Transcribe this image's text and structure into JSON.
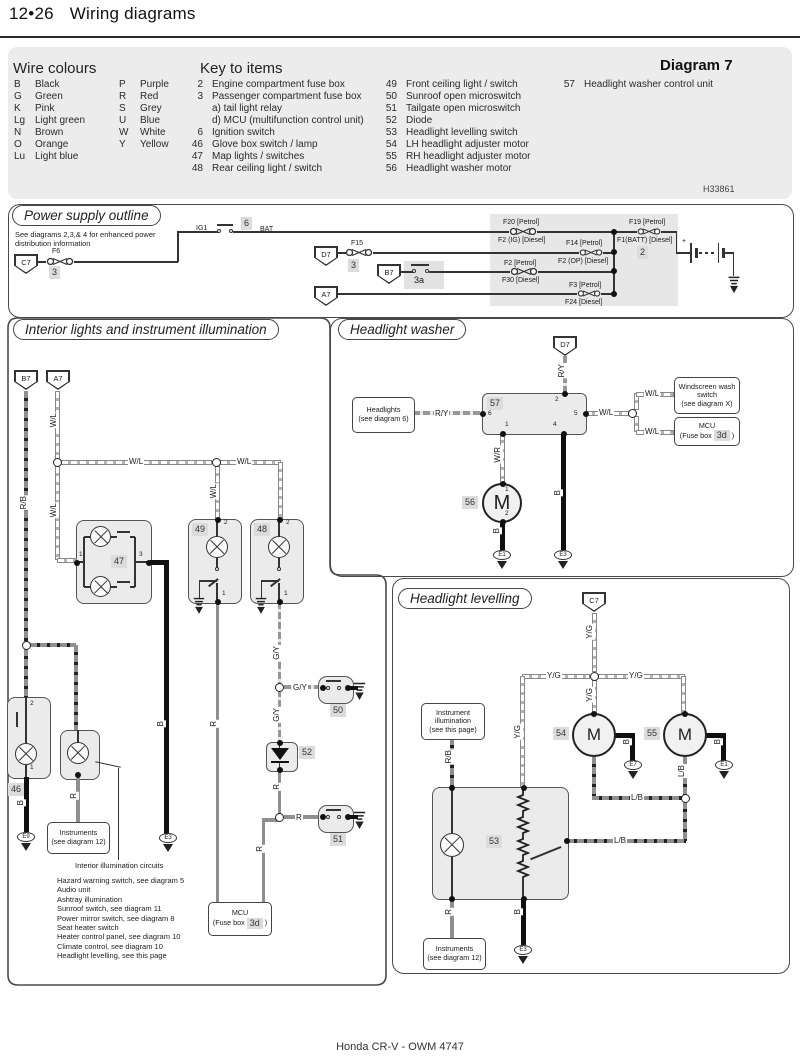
{
  "header": {
    "page_ref": "12•26",
    "title": "Wiring diagrams"
  },
  "footer": {
    "text": "Honda CR-V - OWM 4747"
  },
  "key": {
    "diagram_no": "Diagram 7",
    "ref_code": "H33861",
    "wire_colours_title": "Wire colours",
    "key_items_title": "Key to items",
    "colours_col1": [
      {
        "c": "B",
        "n": "Black"
      },
      {
        "c": "G",
        "n": "Green"
      },
      {
        "c": "K",
        "n": "Pink"
      },
      {
        "c": "Lg",
        "n": "Light green"
      },
      {
        "c": "N",
        "n": "Brown"
      },
      {
        "c": "O",
        "n": "Orange"
      },
      {
        "c": "Lu",
        "n": "Light blue"
      }
    ],
    "colours_col2": [
      {
        "c": "P",
        "n": "Purple"
      },
      {
        "c": "R",
        "n": "Red"
      },
      {
        "c": "S",
        "n": "Grey"
      },
      {
        "c": "U",
        "n": "Blue"
      },
      {
        "c": "W",
        "n": "White"
      },
      {
        "c": "Y",
        "n": "Yellow"
      }
    ],
    "items_col1": [
      {
        "n": "2",
        "t": "Engine compartment fuse box"
      },
      {
        "n": "3",
        "t": "Passenger compartment fuse box"
      },
      {
        "n": "",
        "t": "a)  tail light relay"
      },
      {
        "n": "",
        "t": "d)  MCU (multifunction control unit)"
      },
      {
        "n": "6",
        "t": "Ignition switch"
      },
      {
        "n": "46",
        "t": "Glove box switch / lamp"
      },
      {
        "n": "47",
        "t": "Map lights / switches"
      },
      {
        "n": "48",
        "t": "Rear ceiling light / switch"
      }
    ],
    "items_col2": [
      {
        "n": "49",
        "t": "Front ceiling light / switch"
      },
      {
        "n": "50",
        "t": "Sunroof open microswitch"
      },
      {
        "n": "51",
        "t": "Tailgate open microswitch"
      },
      {
        "n": "52",
        "t": "Diode"
      },
      {
        "n": "53",
        "t": "Headlight levelling switch"
      },
      {
        "n": "54",
        "t": "LH headlight adjuster motor"
      },
      {
        "n": "55",
        "t": "RH headlight adjuster motor"
      },
      {
        "n": "56",
        "t": "Headlight washer motor"
      }
    ],
    "items_col3": [
      {
        "n": "57",
        "t": "Headlight washer control unit"
      }
    ]
  },
  "sections": {
    "power": "Power supply outline",
    "interior": "Interior lights and instrument illumination",
    "washer": "Headlight washer",
    "levelling": "Headlight levelling"
  },
  "power": {
    "note": "See diagrams 2,3,& 4 for enhanced power distribution information",
    "ig1": "IG1",
    "bat": "BAT",
    "plus": "+",
    "f6": "F6",
    "f15": "F15",
    "f20p": "F20 [Petrol]",
    "f2ig": "F2 (IG) [Diesel]",
    "f14p": "F14 [Petrol]",
    "f2op": "F2 (OP) [Diesel]",
    "f2p": "F2 [Petrol]",
    "f30d": "F30 [Diesel]",
    "f3p": "F3 [Petrol]",
    "f24d": "F24 [Diesel]",
    "f19p": "F19 [Petrol]",
    "f1batt": "F1(BATT) [Diesel]"
  },
  "conn": {
    "a7": "A7",
    "b7": "B7",
    "c7": "C7",
    "d7": "D7"
  },
  "wc": {
    "rb": "R/B",
    "wl": "W/L",
    "r": "R",
    "b": "B",
    "gy": "G/Y",
    "ry": "R/Y",
    "wr": "W/R",
    "yg": "Y/G",
    "lb": "L/B"
  },
  "comp": {
    "2": "2",
    "3": "3",
    "3a": "3a",
    "3d": "3d",
    "6": "6",
    "46": "46",
    "47": "47",
    "48": "48",
    "49": "49",
    "50": "50",
    "51": "51",
    "52": "52",
    "53": "53",
    "54": "54",
    "55": "55",
    "56": "56",
    "57": "57"
  },
  "pin": {
    "1": "1",
    "2": "2",
    "3": "3",
    "4": "4",
    "5": "5",
    "6": "6"
  },
  "gnd": {
    "e1": "E1",
    "e3": "E3",
    "e7": "E7",
    "e9": "E9"
  },
  "motor_letter": "M",
  "callouts": {
    "headlights": [
      "Headlights",
      "(see diagram 6)"
    ],
    "windscreen": [
      "Windscreen wash",
      "switch",
      "(see diagram X)"
    ],
    "mcu": "MCU",
    "fusebox_prefix": "(Fuse box",
    "fusebox_suffix": ")",
    "instruments": [
      "Instruments",
      "(see diagram 12)"
    ],
    "instr_illum": [
      "Instrument",
      "illumination",
      "(see this page)"
    ]
  },
  "interior_notes": {
    "title": "Interior illumination circuits",
    "items": [
      "Hazard warning switch, see diagram 5",
      "Audio unit",
      "Ashtray illumination",
      "Sunroof switch, see diagram 11",
      "Power mirror switch, see diagram 8",
      "Seat heater switch",
      "Heater control panel, see diagram 10",
      "Climate control, see diagram 10",
      "Headlight levelling, see this page"
    ]
  }
}
